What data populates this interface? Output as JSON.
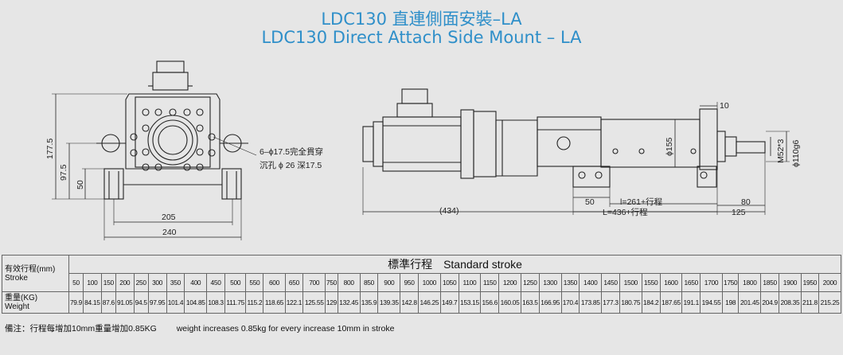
{
  "title": {
    "cn": "LDC130 直連側面安裝–LA",
    "en": "LDC130 Direct Attach Side Mount – LA"
  },
  "drawing": {
    "front": {
      "dim_177_5": "177.5",
      "dim_97_5": "97.5",
      "dim_50": "50",
      "dim_205": "205",
      "dim_240": "240",
      "hole_note_1": "6–ϕ17.5完全貫穿",
      "hole_note_2": "沉孔 ϕ 26 深17.5"
    },
    "side": {
      "dim_10": "10",
      "dim_155": "ϕ155",
      "dim_m52": "M52*3",
      "dim_110": "ϕ110g6",
      "dim_434": "(434)",
      "dim_50b": "50",
      "dim_l261": "l=261+行程",
      "dim_l436": "L=436+行程",
      "dim_80": "80",
      "dim_125": "125"
    }
  },
  "table": {
    "stroke_label": "有效行程(mm)",
    "stroke_label_en": "Stroke",
    "header": "標準行程　Standard stroke",
    "weight_label": "重量(KG)",
    "weight_label_en": "Weight",
    "strokes": [
      "50",
      "100",
      "150",
      "200",
      "250",
      "300",
      "350",
      "400",
      "450",
      "500",
      "550",
      "600",
      "650",
      "700",
      "750",
      "800",
      "850",
      "900",
      "950",
      "1000",
      "1050",
      "1100",
      "1150",
      "1200",
      "1250",
      "1300",
      "1350",
      "1400",
      "1450",
      "1500",
      "1550",
      "1600",
      "1650",
      "1700",
      "1750",
      "1800",
      "1850",
      "1900",
      "1950",
      "2000"
    ],
    "weights": [
      "79.9",
      "84.15",
      "87.6",
      "91.05",
      "94.5",
      "97.95",
      "101.4",
      "104.85",
      "108.3",
      "111.75",
      "115.2",
      "118.65",
      "122.1",
      "125.55",
      "129",
      "132.45",
      "135.9",
      "139.35",
      "142.8",
      "146.25",
      "149.7",
      "153.15",
      "156.6",
      "160.05",
      "163.5",
      "166.95",
      "170.4",
      "173.85",
      "177.3",
      "180.75",
      "184.2",
      "187.65",
      "191.1",
      "194.55",
      "198",
      "201.45",
      "204.9",
      "208.35",
      "211.8",
      "215.25"
    ]
  },
  "note": {
    "cn": "備注：行程每增加10mm重量增加0.85KG",
    "en": "weight increases 0.85kg for every increase 10mm in stroke"
  }
}
